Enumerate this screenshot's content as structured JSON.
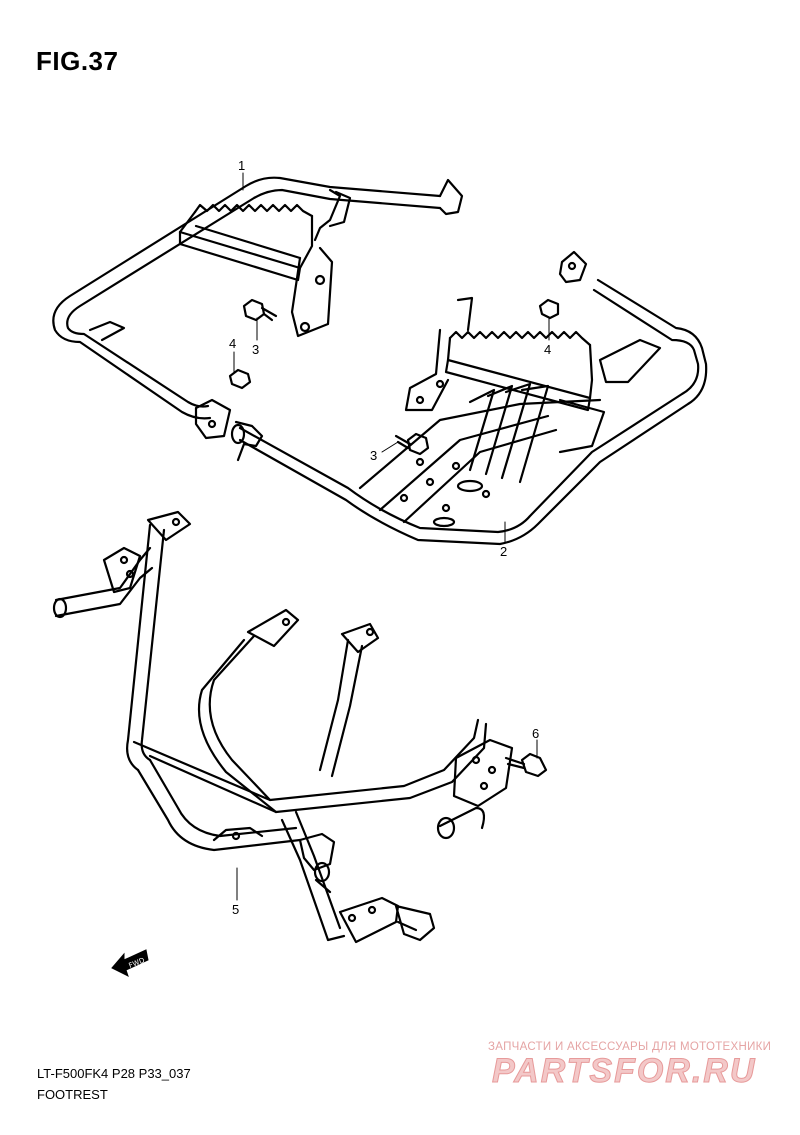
{
  "figure": {
    "title": "FIG.37",
    "code": "LT-F500FK4 P28 P33_037",
    "caption": "FOOTREST"
  },
  "callouts": [
    "1",
    "2",
    "3",
    "3",
    "4",
    "4",
    "5",
    "6"
  ],
  "fwd_label": "FWD",
  "watermark": {
    "tagline": "ЗАПЧАСТИ И АКСЕССУАРЫ ДЛЯ МОТОТЕХНИКИ",
    "logo": "PARTSFOR.RU"
  },
  "colors": {
    "line": "#000000",
    "watermark": "#e79a9a"
  }
}
